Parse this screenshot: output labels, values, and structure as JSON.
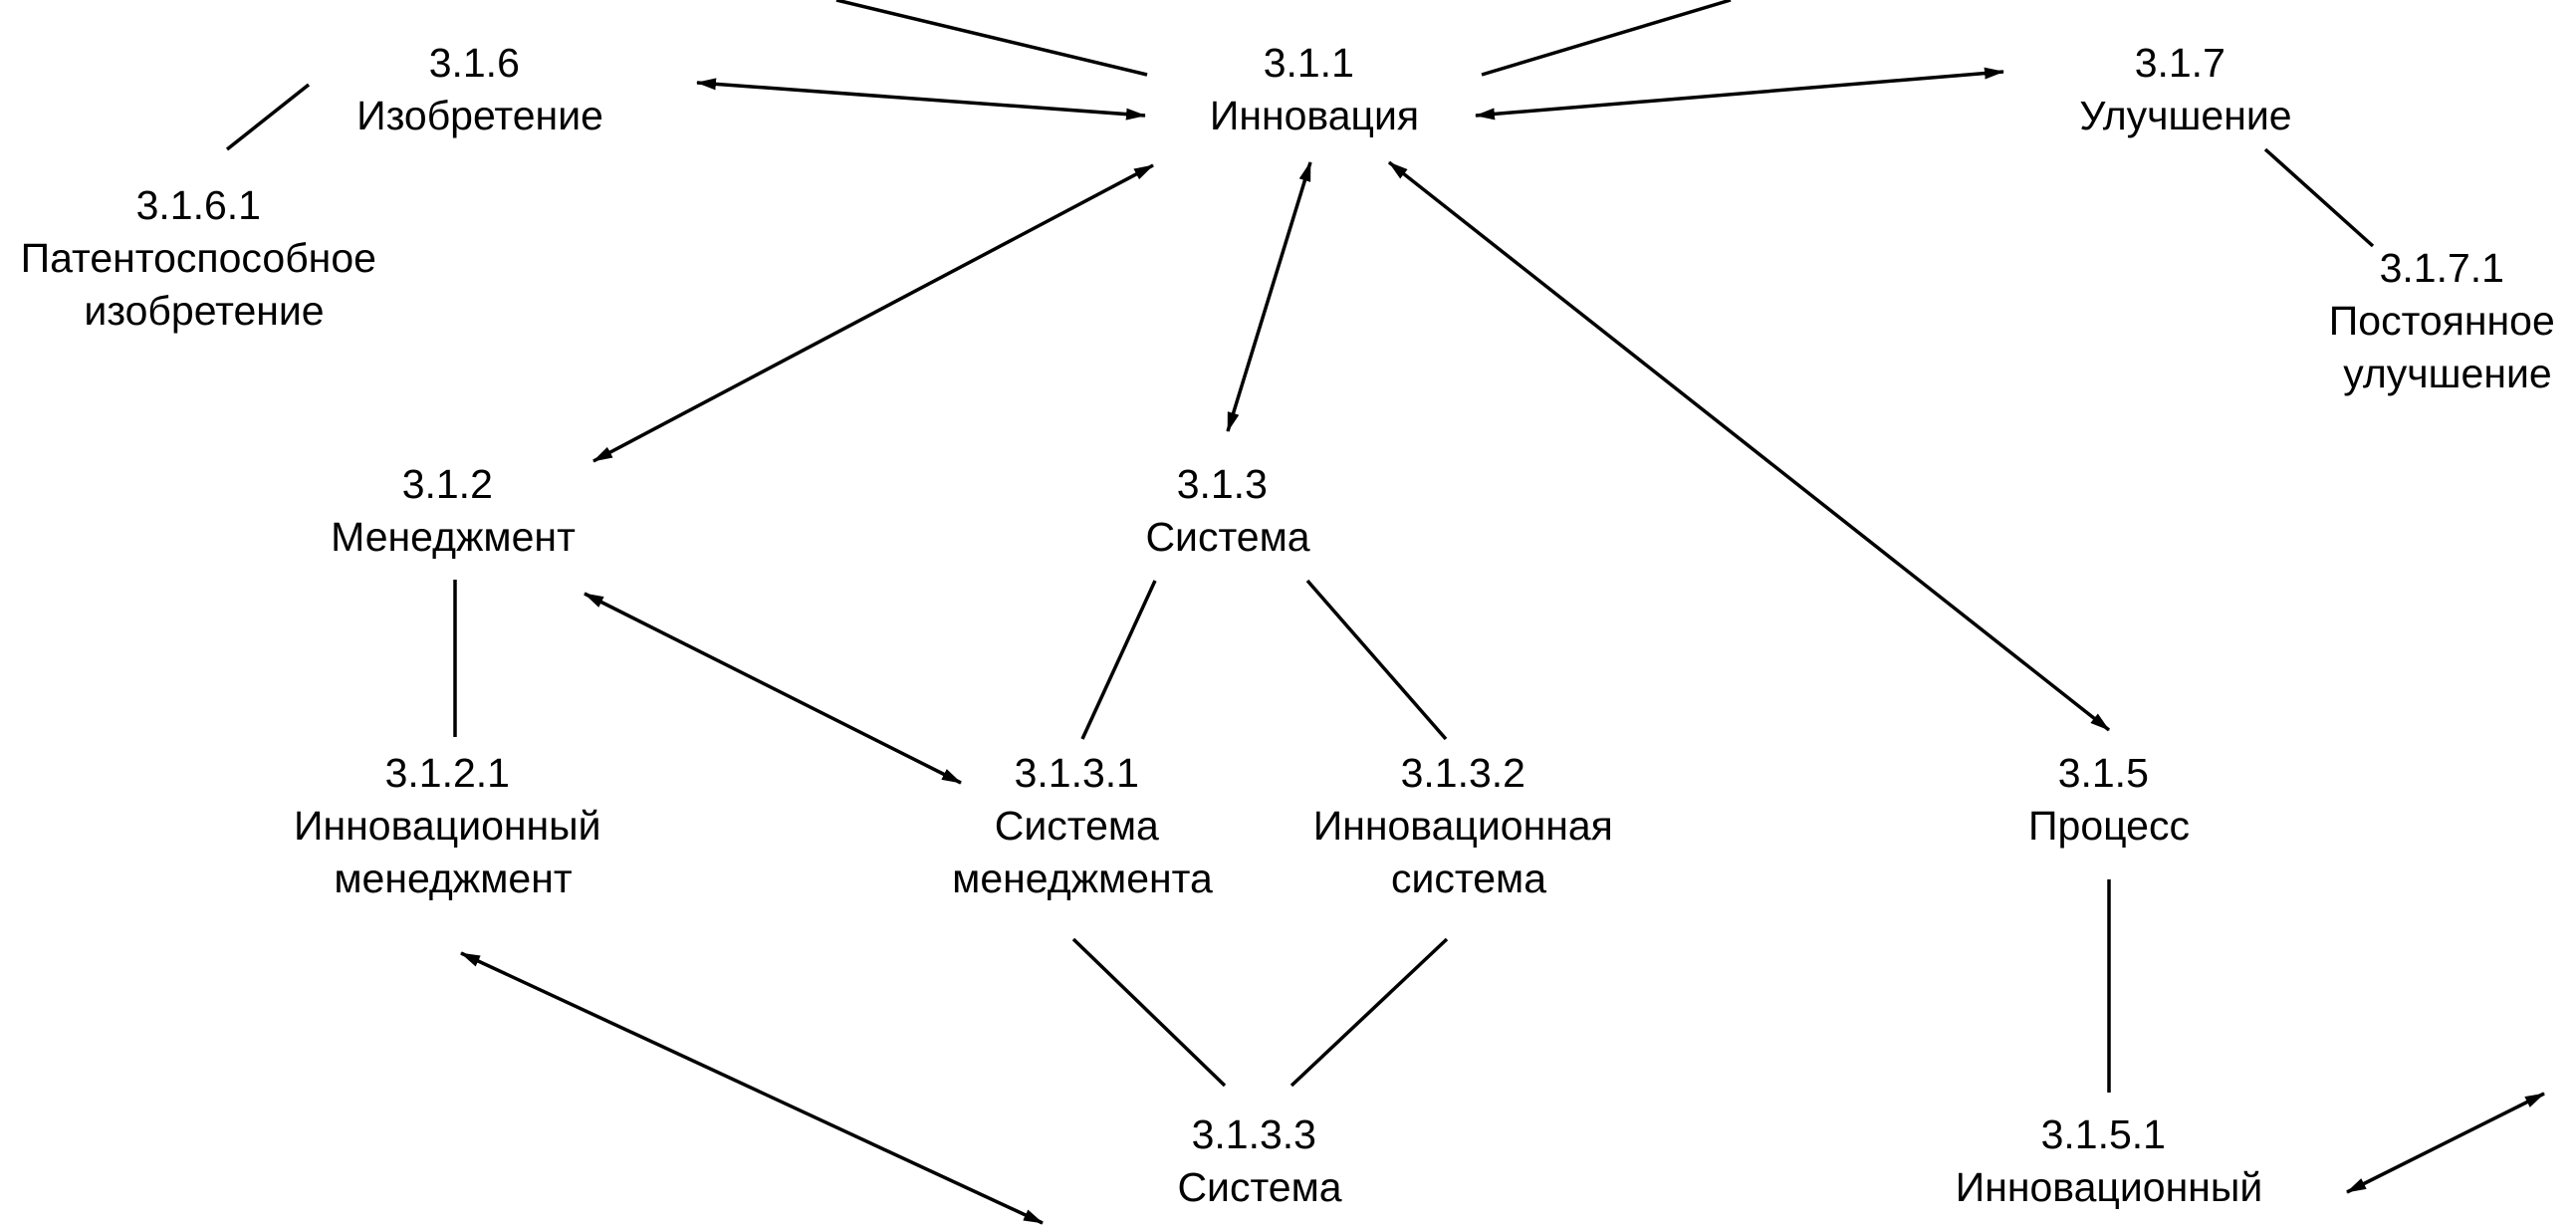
{
  "nodes": {
    "n311": {
      "code": "3.1.1",
      "lines": [
        "Инновация"
      ]
    },
    "n316": {
      "code": "3.1.6",
      "lines": [
        "Изобретение"
      ]
    },
    "n3161": {
      "code": "3.1.6.1",
      "lines": [
        "Патентоспособное",
        "изобретение"
      ]
    },
    "n317": {
      "code": "3.1.7",
      "lines": [
        "Улучшение"
      ]
    },
    "n3171": {
      "code": "3.1.7.1",
      "lines": [
        "Постоянное",
        "улучшение"
      ]
    },
    "n312": {
      "code": "3.1.2",
      "lines": [
        "Менеджмент"
      ]
    },
    "n313": {
      "code": "3.1.3",
      "lines": [
        "Система"
      ]
    },
    "n3121": {
      "code": "3.1.2.1",
      "lines": [
        "Инновационный",
        "менеджмент"
      ]
    },
    "n3131": {
      "code": "3.1.3.1",
      "lines": [
        "Система",
        "менеджмента"
      ]
    },
    "n3132": {
      "code": "3.1.3.2",
      "lines": [
        "Инновационная",
        "система"
      ]
    },
    "n315": {
      "code": "3.1.5",
      "lines": [
        "Процесс"
      ]
    },
    "n3133": {
      "code": "3.1.3.3",
      "lines": [
        "Система"
      ]
    },
    "n3151": {
      "code": "3.1.5.1",
      "lines": [
        "Инновационный"
      ]
    }
  }
}
